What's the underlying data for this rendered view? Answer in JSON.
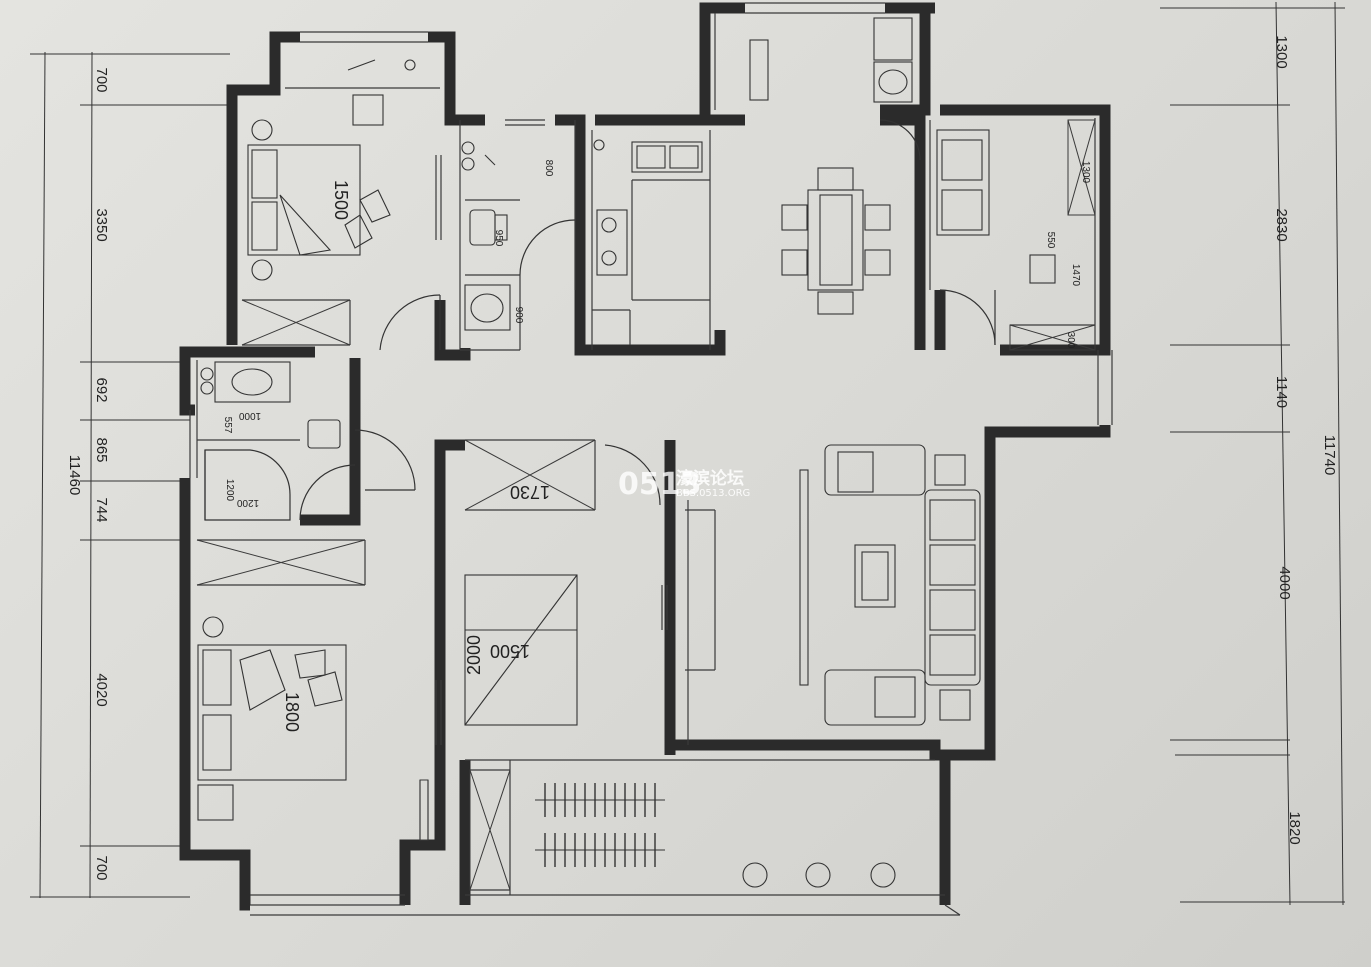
{
  "left_dimensions": {
    "total": "11460",
    "segments": [
      "700",
      "3350",
      "692",
      "865",
      "744",
      "4020",
      "700"
    ]
  },
  "right_dimensions": {
    "total": "11740",
    "segments": [
      "1300",
      "2830",
      "1140",
      "4000",
      "1820"
    ]
  },
  "room_dimensions": {
    "bed_master_width": "1500",
    "bed_second_width": "1800",
    "bed_middle_width": "1500",
    "bed_middle_length": "2000",
    "wardrobe_length": "1730",
    "bath_width": "1000",
    "bath_detail": "557",
    "shower_size": "1200",
    "shower_size_2": "1200",
    "toilet_depth": "800",
    "toilet_width": "950",
    "sink_depth": "900",
    "study_top": "1300",
    "study_desk": "550",
    "study_mid": "1470",
    "study_bottom": "300"
  },
  "watermark": {
    "logo": "0513",
    "name": "濠滨论坛",
    "url": "BBS.0513.ORG"
  },
  "colors": {
    "wall": "#2b2b2b",
    "paper": "#dedeDA",
    "line": "#3a3a3a"
  }
}
